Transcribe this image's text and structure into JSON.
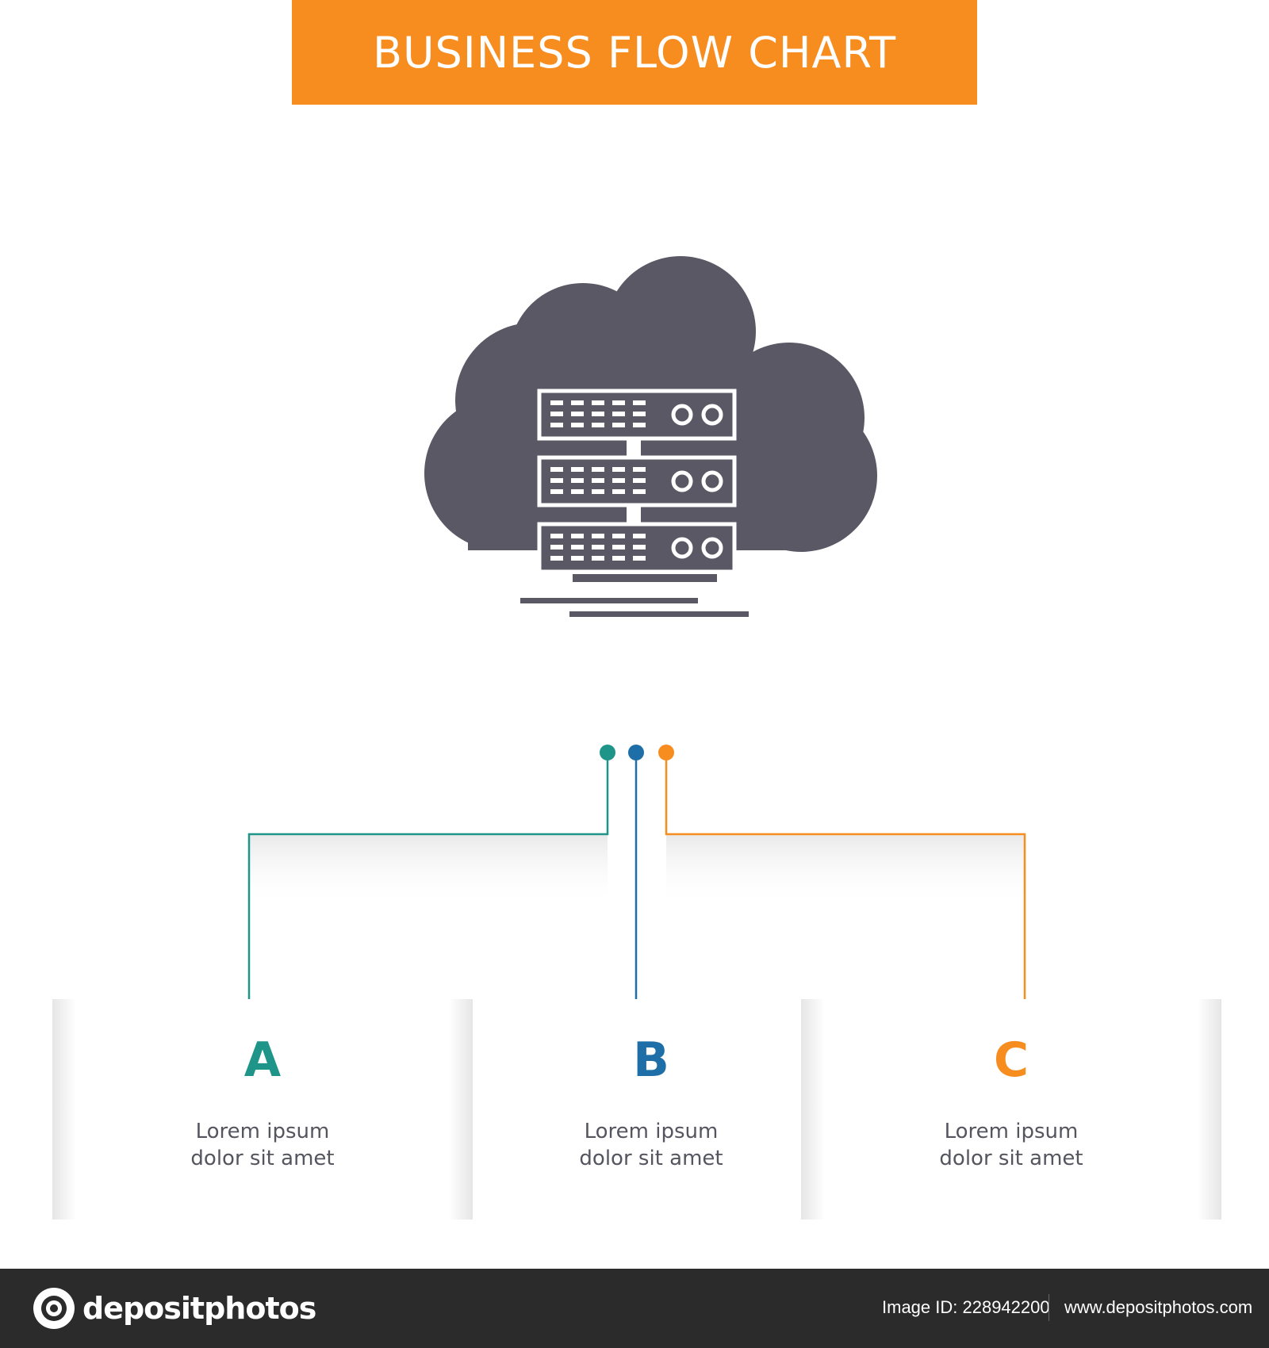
{
  "header": {
    "title": "BUSINESS FLOW CHART"
  },
  "hero": {
    "icon": "cloud-server-icon",
    "icon_color": "#5a5864"
  },
  "connectors": {
    "colors": {
      "a": "#1f9488",
      "b": "#1e6ea8",
      "c": "#f78c1f"
    }
  },
  "panels": [
    {
      "letter": "A",
      "line1": "Lorem ipsum",
      "line2": "dolor sit amet",
      "color": "#1f9488"
    },
    {
      "letter": "B",
      "line1": "Lorem ipsum",
      "line2": "dolor sit amet",
      "color": "#1e6ea8"
    },
    {
      "letter": "C",
      "line1": "Lorem ipsum",
      "line2": "dolor sit amet",
      "color": "#f78c1f"
    }
  ],
  "footer": {
    "logo_text": "depositphotos",
    "logo_icon": "camera-lens-icon",
    "image_id": "Image ID: 228942200",
    "url": "www.depositphotos.com"
  }
}
